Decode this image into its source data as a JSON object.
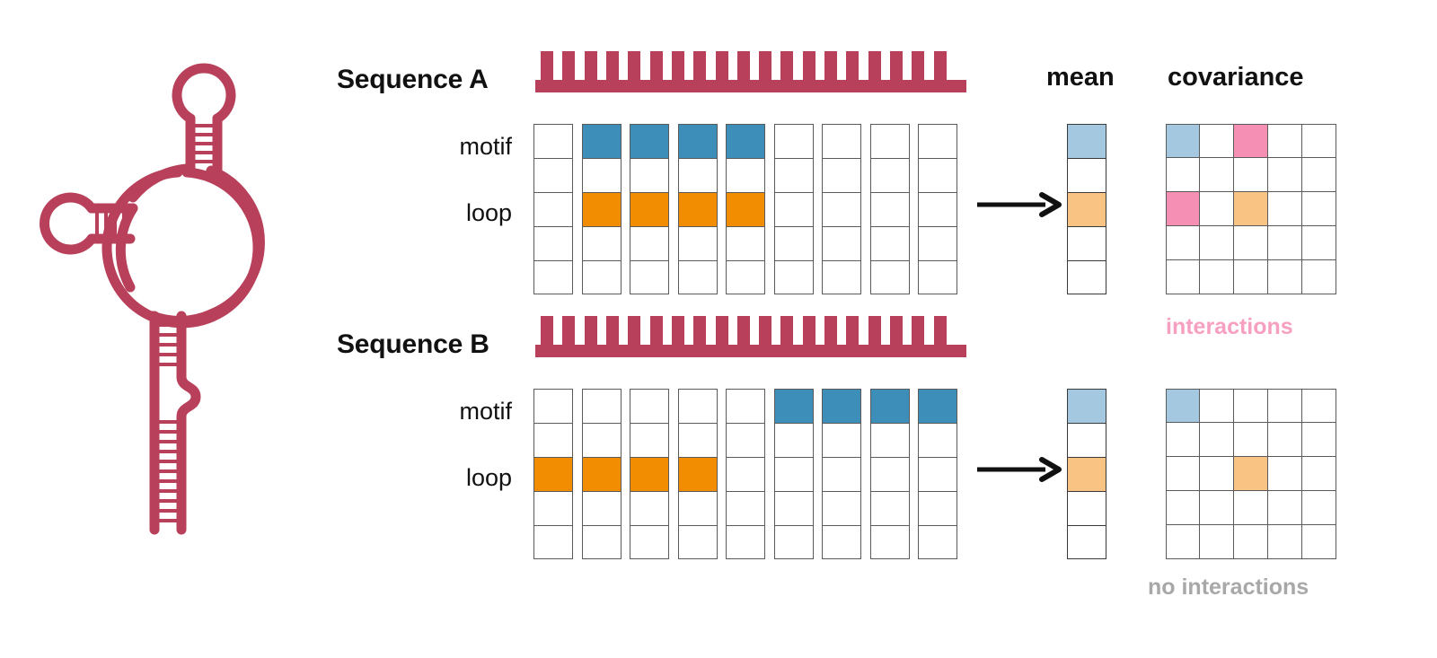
{
  "figure": {
    "title": "RNA sequence one-hot feature encoding, mean and covariance",
    "background": "#ffffff"
  },
  "colors": {
    "rna_stroke": "#B8405A",
    "motif_blue": "#3E8EBA",
    "loop_orange": "#F28C00",
    "mean_blue": "#A4C8DF",
    "mean_orange": "#F9C483",
    "interaction_pink": "#F590B4",
    "cell_border": "#5a5a5a",
    "text_dark": "#111111",
    "note_pink": "#F79FC0",
    "note_gray": "#A8A8A8",
    "arrow": "#111111"
  },
  "rna_diagram": {
    "name": "rna-secondary-structure",
    "elements": [
      "central-multiloop",
      "top-hairpin-loop",
      "top-stem",
      "left-hairpin-loop",
      "left-stem",
      "bottom-stem",
      "bottom-stem-bulge"
    ]
  },
  "headers": {
    "mean": "mean",
    "covariance": "covariance"
  },
  "row_labels": {
    "motif": "motif",
    "loop": "loop"
  },
  "notes": {
    "interactions": "interactions",
    "no_interactions": "no interactions"
  },
  "sequence_bar": {
    "teeth": 19
  },
  "chart_data": {
    "type": "heatmap",
    "title": "Sequence feature encodings with mean and covariance",
    "grid_rows": 5,
    "grid_cols": 9,
    "feature_rows": {
      "motif": 0,
      "loop": 2
    },
    "panels": [
      {
        "id": "sequence-a",
        "label": "Sequence A",
        "onehot": [
          [
            0,
            0,
            0,
            0,
            0
          ],
          [
            1,
            0,
            2,
            0,
            0
          ],
          [
            1,
            0,
            2,
            0,
            0
          ],
          [
            1,
            0,
            2,
            0,
            0
          ],
          [
            1,
            0,
            2,
            0,
            0
          ],
          [
            0,
            0,
            0,
            0,
            0
          ],
          [
            0,
            0,
            0,
            0,
            0
          ],
          [
            0,
            0,
            0,
            0,
            0
          ],
          [
            0,
            0,
            0,
            0,
            0
          ]
        ],
        "mean": [
          1,
          0,
          2,
          0,
          0
        ],
        "covariance": [
          [
            1,
            0,
            3,
            0,
            0
          ],
          [
            0,
            0,
            0,
            0,
            0
          ],
          [
            3,
            0,
            2,
            0,
            0
          ],
          [
            0,
            0,
            0,
            0,
            0
          ],
          [
            0,
            0,
            0,
            0,
            0
          ]
        ],
        "note": "interactions",
        "note_style": "pink"
      },
      {
        "id": "sequence-b",
        "label": "Sequence B",
        "onehot": [
          [
            0,
            0,
            2,
            0,
            0
          ],
          [
            0,
            0,
            2,
            0,
            0
          ],
          [
            0,
            0,
            2,
            0,
            0
          ],
          [
            0,
            0,
            2,
            0,
            0
          ],
          [
            0,
            0,
            0,
            0,
            0
          ],
          [
            1,
            0,
            0,
            0,
            0
          ],
          [
            1,
            0,
            0,
            0,
            0
          ],
          [
            1,
            0,
            0,
            0,
            0
          ],
          [
            1,
            0,
            0,
            0,
            0
          ]
        ],
        "mean": [
          1,
          0,
          2,
          0,
          0
        ],
        "covariance": [
          [
            1,
            0,
            0,
            0,
            0
          ],
          [
            0,
            0,
            0,
            0,
            0
          ],
          [
            0,
            0,
            2,
            0,
            0
          ],
          [
            0,
            0,
            0,
            0,
            0
          ],
          [
            0,
            0,
            0,
            0,
            0
          ]
        ],
        "note": "no interactions",
        "note_style": "gray"
      }
    ],
    "value_legend": {
      "0": "empty",
      "1": "motif (blue)",
      "2": "loop (orange)",
      "3": "interaction (pink)"
    }
  }
}
